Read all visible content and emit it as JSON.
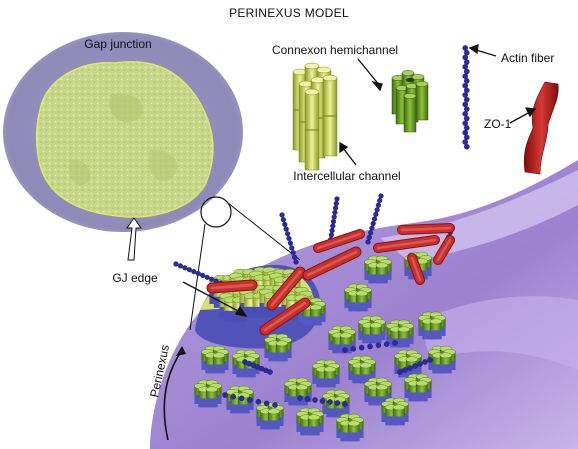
{
  "title": "PERINEXUS MODEL",
  "labels": {
    "gap_junction": "Gap junction",
    "connexon_hemichannel": "Connexon hemichannel",
    "actin_fiber": "Actin fiber",
    "zo1": "ZO-1",
    "intercellular_channel": "Intercellular channel",
    "gj_edge": "GJ edge",
    "perinexus": "Perinexus"
  },
  "colors": {
    "membrane": "#a88ed6",
    "membrane_dark": "#7d63b8",
    "gap_junction_plaque": "#c9d98a",
    "plaque_halo": "#8a86b5",
    "connexon_green": "#7fae2e",
    "connexon_yellow": "#dfe86a",
    "connexon_blue": "#4a4fb8",
    "actin": "#2a2a9a",
    "zo1": "#c0201f"
  }
}
